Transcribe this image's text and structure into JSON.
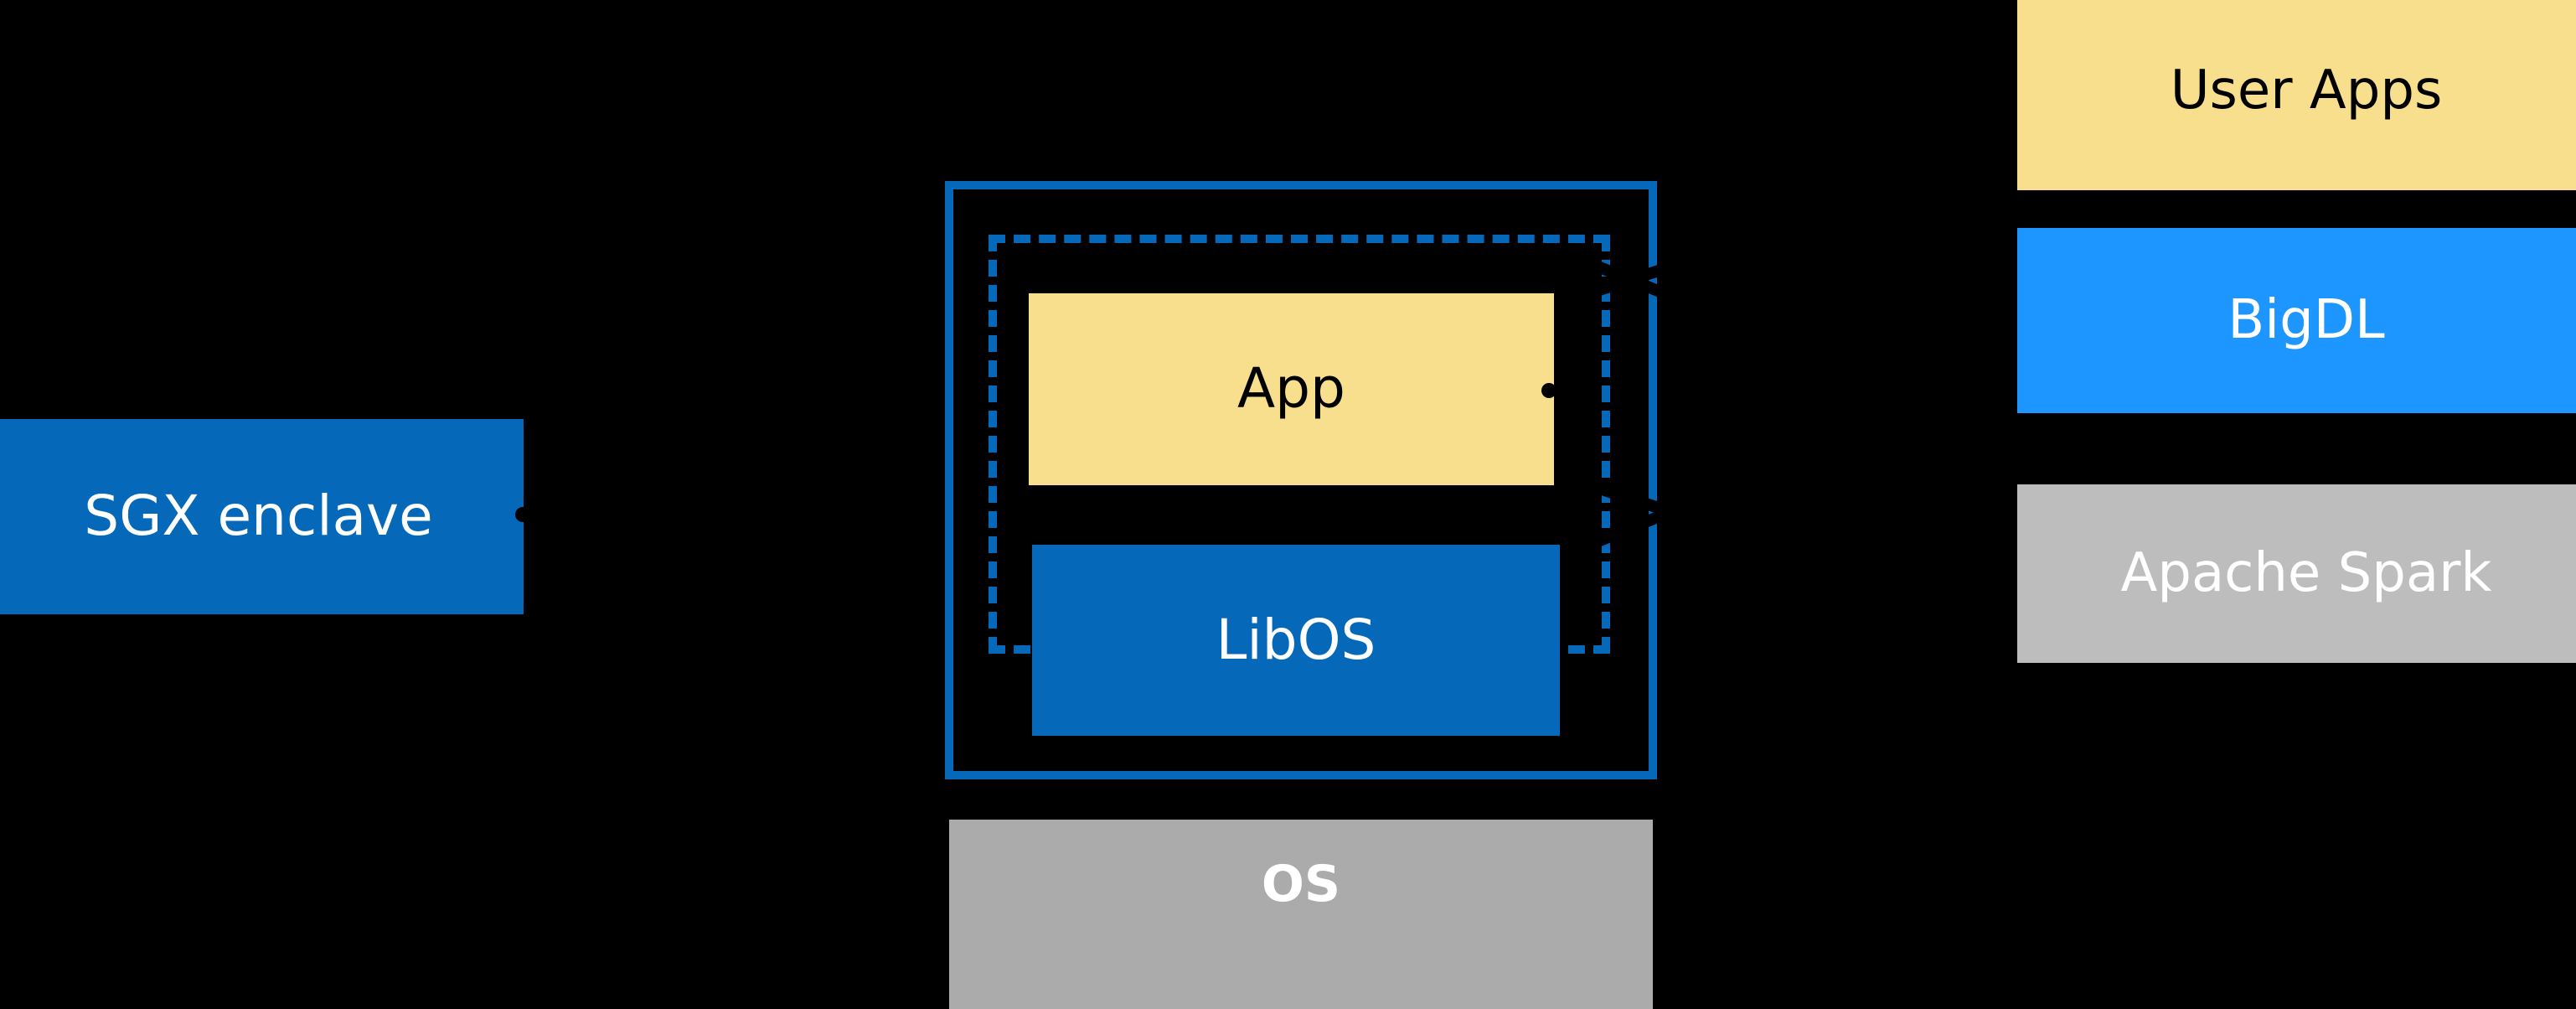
{
  "diagram": {
    "background_color": "#000000",
    "palette": {
      "yellow": "#F7DF8E",
      "dark_blue": "#0568B8",
      "light_blue": "#1E96FF",
      "gray": "#BDBDBD",
      "os_gray": "#ABABAB",
      "white": "#FFFFFF",
      "black": "#000000"
    },
    "left_group": {
      "sgx_enclave_label": "SGX enclave"
    },
    "center_group": {
      "app_label": "App",
      "libos_label": "LibOS",
      "os_label": "OS",
      "enclave_outline_style": "solid",
      "libos_boundary_outline_style": "dashed"
    },
    "right_group": {
      "layers": [
        {
          "label": "User Apps",
          "fill": "#F7DF8E",
          "text_color": "#000000"
        },
        {
          "label": "BigDL",
          "fill": "#1E96FF",
          "text_color": "#FFFFFF"
        },
        {
          "label": "Apache Spark",
          "fill": "#BDBDBD",
          "text_color": "#FFFFFF"
        }
      ]
    }
  }
}
